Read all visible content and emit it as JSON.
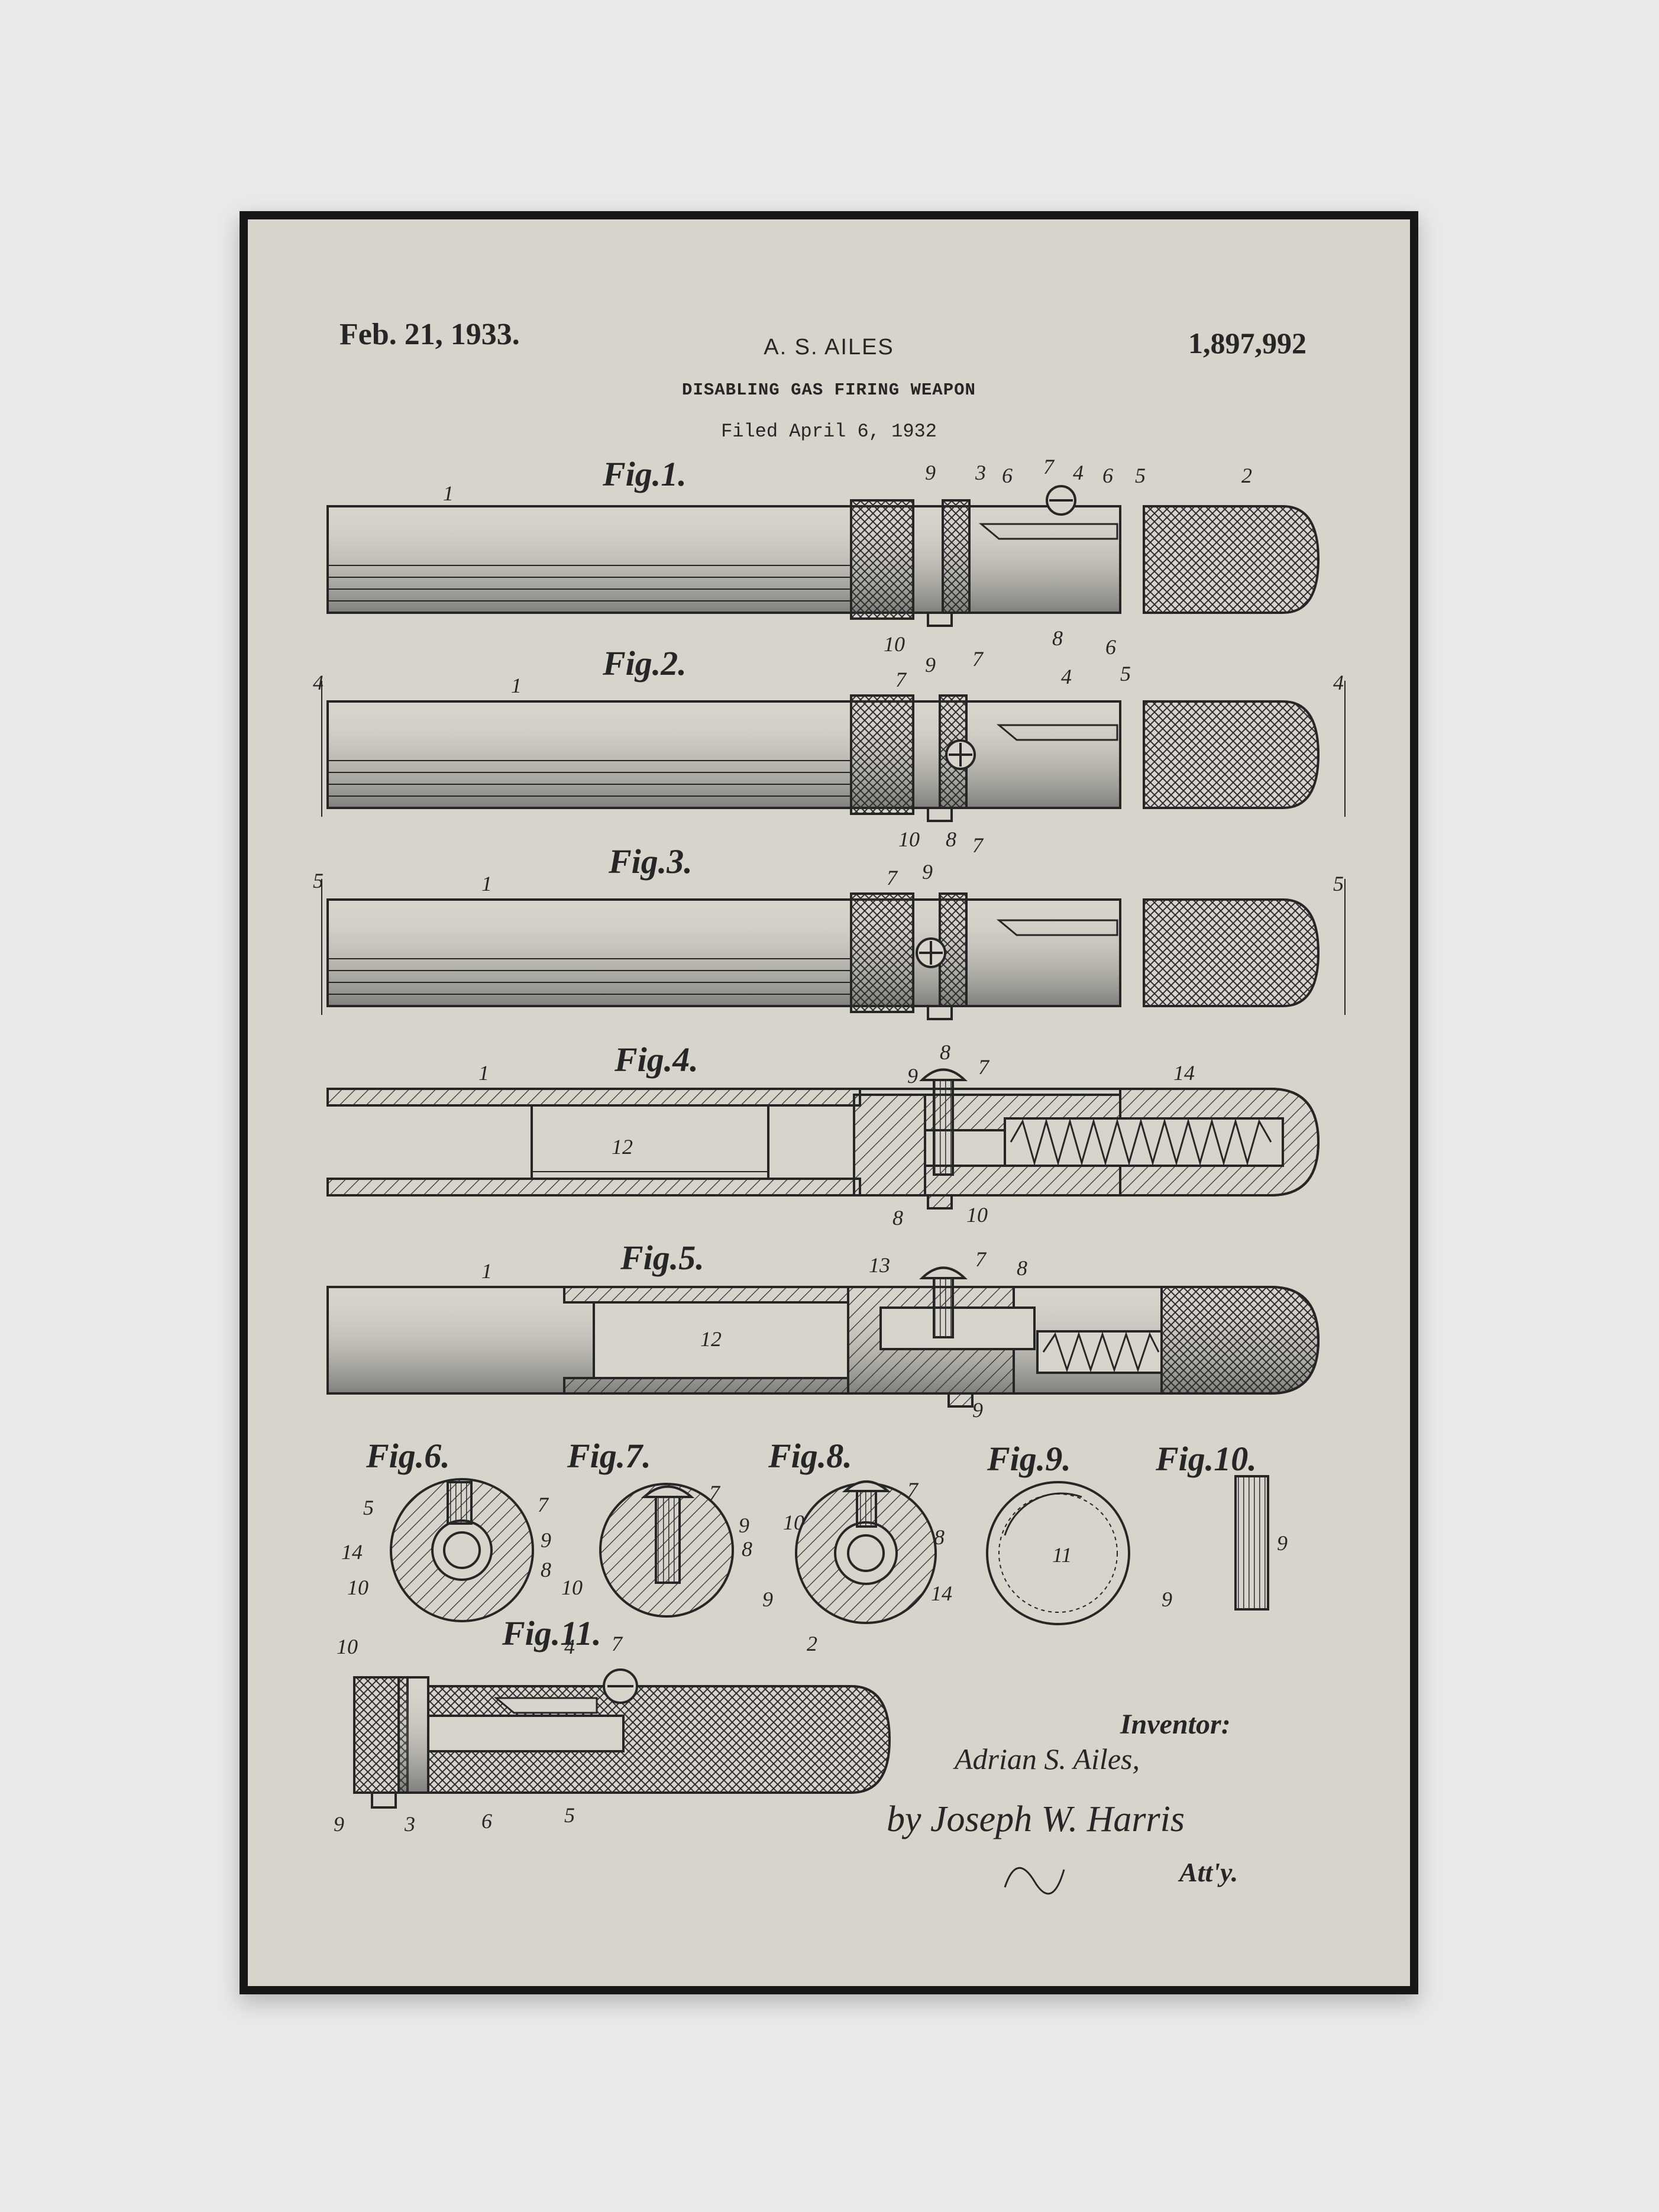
{
  "header": {
    "date": "Feb. 21, 1933.",
    "inventor_heading": "A. S. AILES",
    "patent_number": "1,897,992",
    "title": "DISABLING GAS FIRING WEAPON",
    "filed": "Filed April 6, 1932"
  },
  "figures": {
    "fig1": "Fig.1.",
    "fig2": "Fig.2.",
    "fig3": "Fig.3.",
    "fig4": "Fig.4.",
    "fig5": "Fig.5.",
    "fig6": "Fig.6.",
    "fig7": "Fig.7.",
    "fig8": "Fig.8.",
    "fig9": "Fig.9.",
    "fig10": "Fig.10.",
    "fig11": "Fig.11."
  },
  "refs": {
    "r1": "1",
    "r2": "2",
    "r3": "3",
    "r4": "4",
    "r5": "5",
    "r6": "6",
    "r7": "7",
    "r8": "8",
    "r9": "9",
    "r10": "10",
    "r11": "11",
    "r12": "12",
    "r13": "13",
    "r14": "14"
  },
  "signature": {
    "label": "Inventor:",
    "inventor_name": "Adrian S. Ailes,",
    "by": "by Joseph W. Harris",
    "attorney": "Att'y."
  },
  "colors": {
    "wall": "#e9e9e7",
    "frame": "#171717",
    "paper": "#d6d4cb",
    "ink": "#262626"
  }
}
